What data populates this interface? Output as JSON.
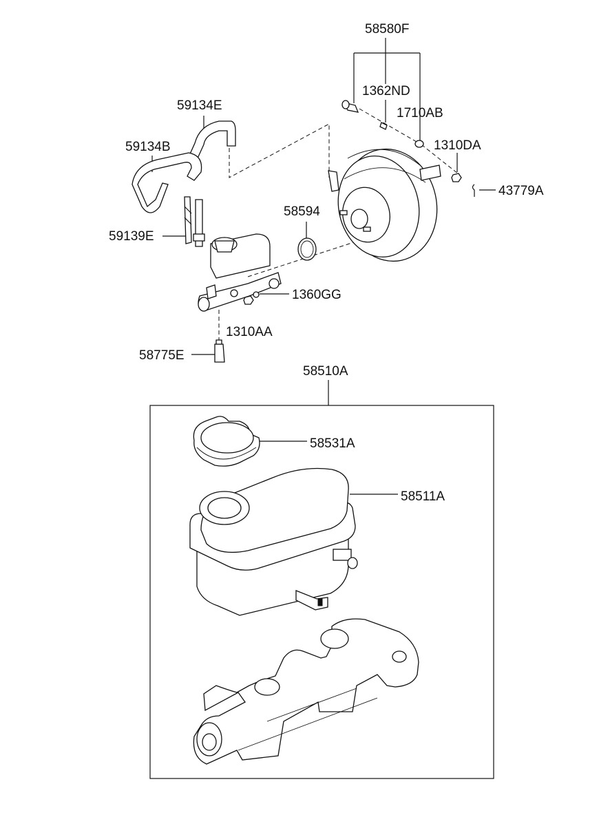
{
  "diagram": {
    "callouts": {
      "c58580F": "58580F",
      "c1362ND": "1362ND",
      "c1710AB": "1710AB",
      "c1310DA": "1310DA",
      "c43779A": "43779A",
      "c59134E": "59134E",
      "c59134B": "59134B",
      "c58594": "58594",
      "c59139E": "59139E",
      "c1360GG": "1360GG",
      "c1310AA": "1310AA",
      "c58775E": "58775E",
      "c58510A": "58510A",
      "c58531A": "58531A",
      "c58511A": "58511A"
    }
  }
}
